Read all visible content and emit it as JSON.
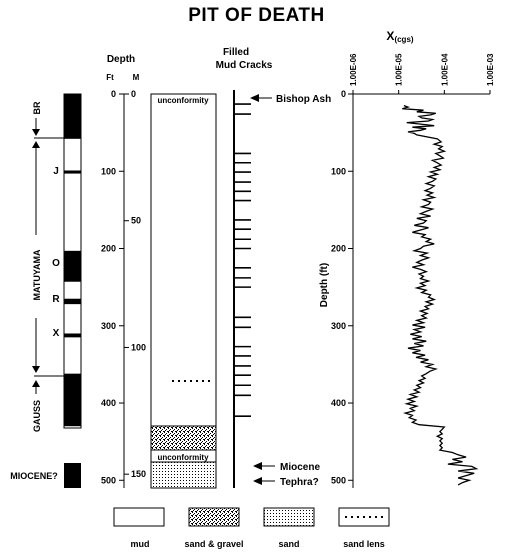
{
  "title": "PIT OF DEATH",
  "polarity": {
    "chrons": [
      {
        "label": "BR",
        "kind": "normal",
        "top_ft": 0,
        "base_ft": 58
      },
      {
        "label": "MATUYAMA",
        "kind": "reversed",
        "top_ft": 58,
        "base_ft": 362
      },
      {
        "label": "GAUSS",
        "kind": "normal",
        "top_ft": 362,
        "base_ft": 430
      },
      {
        "label": "MIOCENE?",
        "kind": "normal",
        "top_ft": 478,
        "base_ft": 510
      }
    ],
    "subchrons": [
      {
        "label": "J",
        "top_ft": 99,
        "base_ft": 103
      },
      {
        "label": "O",
        "top_ft": 203,
        "base_ft": 243
      },
      {
        "label": "R",
        "top_ft": 265,
        "base_ft": 272
      },
      {
        "label": "X",
        "top_ft": 310,
        "base_ft": 315
      }
    ]
  },
  "depth_scale": {
    "title": "Depth",
    "ft_label": "Ft",
    "m_label": "M",
    "ft_ticks": [
      "0",
      "100",
      "200",
      "300",
      "400",
      "500"
    ],
    "m_ticks": [
      "0",
      "50",
      "100",
      "150"
    ]
  },
  "lithology": {
    "units": [
      {
        "type": "mud",
        "top_ft": 0,
        "base_ft": 432
      },
      {
        "type": "sand & gravel",
        "top_ft": 432,
        "base_ft": 462
      },
      {
        "type": "mud",
        "top_ft": 462,
        "base_ft": 478
      },
      {
        "type": "sand",
        "top_ft": 478,
        "base_ft": 510
      }
    ],
    "sand_lens_ft": 373,
    "top_unconformity_label": "unconformity",
    "lower_unconformity_label": "unconformity"
  },
  "mud_cracks": {
    "title_line1": "Filled",
    "title_line2": "Mud Cracks",
    "depths_ft": [
      13,
      26,
      77,
      89,
      101,
      114,
      126,
      138,
      163,
      175,
      188,
      200,
      225,
      238,
      250,
      289,
      302,
      327,
      339,
      352,
      364,
      377,
      390,
      417
    ]
  },
  "markers": [
    {
      "label": "Bishop Ash",
      "depth_ft": 6
    },
    {
      "label": "Miocene",
      "depth_ft": 474
    },
    {
      "label": "Tephra?",
      "depth_ft": 488
    }
  ],
  "chart_data": {
    "type": "line",
    "title": "X(cgs)",
    "title_main": "X",
    "title_sub": "(cgs)",
    "ylabel": "Depth (ft)",
    "log_x": true,
    "xlim": [
      1e-06,
      0.001
    ],
    "x_ticks": [
      "1.00E-06",
      "1.00E-05",
      "1.00E-04",
      "1.00E-03"
    ],
    "ylim": [
      0,
      510
    ],
    "y_ticks": [
      "0",
      "100",
      "200",
      "300",
      "400",
      "500"
    ],
    "series": [
      {
        "depth": [
          15,
          17,
          19,
          21,
          23,
          25,
          27,
          29,
          31,
          33,
          35,
          37,
          39,
          41,
          43,
          45,
          47,
          49,
          51,
          53,
          58,
          62,
          65,
          68,
          71,
          74,
          77,
          80,
          83,
          86,
          89,
          92,
          95,
          98,
          101,
          104,
          107,
          110,
          113,
          116,
          119,
          122,
          125,
          128,
          131,
          134,
          137,
          140,
          143,
          146,
          149,
          152,
          155,
          158,
          161,
          164,
          167,
          170,
          173,
          176,
          179,
          182,
          185,
          188,
          191,
          194,
          197,
          200,
          203,
          206,
          209,
          212,
          215,
          218,
          221,
          224,
          227,
          230,
          233,
          236,
          239,
          242,
          245,
          248,
          251,
          254,
          257,
          260,
          263,
          266,
          269,
          272,
          275,
          278,
          281,
          284,
          287,
          290,
          293,
          296,
          299,
          302,
          305,
          308,
          311,
          314,
          317,
          320,
          323,
          326,
          329,
          332,
          335,
          338,
          341,
          344,
          347,
          350,
          353,
          356,
          359,
          362,
          365,
          368,
          371,
          374,
          377,
          380,
          383,
          386,
          389,
          392,
          395,
          398,
          401,
          404,
          407,
          410,
          413,
          416,
          419,
          422,
          425,
          428,
          431,
          434,
          437,
          440,
          443,
          446,
          449,
          452,
          455,
          458,
          461,
          464,
          467,
          470,
          473,
          476,
          479,
          482,
          485,
          488,
          491,
          494,
          497,
          500,
          503,
          506
        ],
        "values": [
          1.3e-05,
          1.6e-05,
          1.2e-05,
          3.5e-05,
          2.5e-05,
          6.5e-05,
          5e-05,
          2.8e-05,
          3.2e-05,
          5.5e-05,
          4.5e-05,
          1.5e-05,
          3e-05,
          6e-05,
          2e-05,
          4e-05,
          3e-05,
          1.6e-05,
          2.2e-05,
          2.5e-05,
          7e-05,
          8.5e-05,
          6e-05,
          9e-05,
          7.5e-05,
          0.0001,
          6.5e-05,
          8e-05,
          9.5e-05,
          5.5e-05,
          7e-05,
          8.5e-05,
          6e-05,
          8e-05,
          5e-05,
          7e-05,
          4.5e-05,
          6.5e-05,
          5.5e-05,
          4e-05,
          6e-05,
          5e-05,
          3.8e-05,
          5.5e-05,
          4.2e-05,
          6e-05,
          3.5e-05,
          5e-05,
          4.5e-05,
          3.2e-05,
          5.5e-05,
          4e-05,
          3e-05,
          5e-05,
          2.5e-05,
          4e-05,
          3.5e-05,
          2.2e-05,
          4.5e-05,
          3e-05,
          2e-05,
          3.8e-05,
          3.2e-05,
          5e-05,
          4e-05,
          6e-05,
          3.5e-05,
          3e-05,
          2.2e-05,
          4.2e-05,
          3e-05,
          4.5e-05,
          3.2e-05,
          2.5e-05,
          3.5e-05,
          2e-05,
          3e-05,
          4e-05,
          2.8e-05,
          3.5e-05,
          3e-05,
          4.5e-05,
          3e-05,
          3.8e-05,
          2.5e-05,
          4e-05,
          3.2e-05,
          5e-05,
          4.5e-05,
          6e-05,
          4e-05,
          5.5e-05,
          3.8e-05,
          4.5e-05,
          3e-05,
          4.2e-05,
          3.2e-05,
          4e-05,
          2.5e-05,
          3.5e-05,
          2e-05,
          3.8e-05,
          2.2e-05,
          3e-05,
          1.8e-05,
          3.2e-05,
          2e-05,
          4e-05,
          2.2e-05,
          3.5e-05,
          1.6e-05,
          3e-05,
          2e-05,
          3.8e-05,
          2.4e-05,
          4.5e-05,
          3e-05,
          5.5e-05,
          4e-05,
          6.5e-05,
          4.8e-05,
          4e-05,
          3.2e-05,
          3.8e-05,
          2.8e-05,
          3.5e-05,
          2.5e-05,
          3e-05,
          2.2e-05,
          2.8e-05,
          1.8e-05,
          2.5e-05,
          1.6e-05,
          2.2e-05,
          1.5e-05,
          2.5e-05,
          1.8e-05,
          2.2e-05,
          1.4e-05,
          2e-05,
          1.7e-05,
          2.4e-05,
          2e-05,
          2.8e-05,
          0.0001,
          9e-05,
          8e-05,
          9e-05,
          7e-05,
          9e-05,
          8e-05,
          9e-05,
          8e-05,
          9e-05,
          8e-05,
          0.00015,
          0.0002,
          0.0003,
          0.00015,
          0.00025,
          0.00012,
          0.0004,
          0.0005,
          0.0002,
          0.00045,
          0.0003,
          0.0002,
          0.00035,
          0.00025,
          0.0002
        ]
      }
    ]
  },
  "legend": [
    {
      "type": "mud",
      "label": "mud"
    },
    {
      "type": "sand & gravel",
      "label": "sand & gravel"
    },
    {
      "type": "sand",
      "label": "sand"
    },
    {
      "type": "sand lens",
      "label": "sand lens"
    }
  ]
}
